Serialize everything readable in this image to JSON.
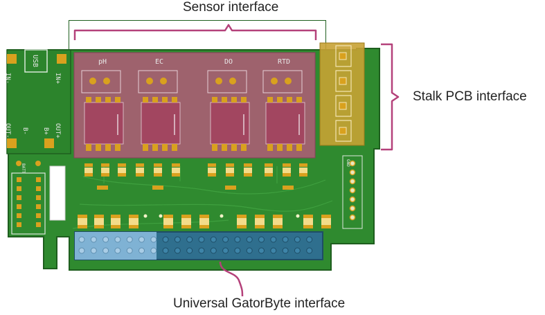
{
  "callouts": {
    "sensor": "Sensor interface",
    "stalk": "Stalk PCB interface",
    "gatorbyte": "Universal GatorByte interface"
  },
  "board": {
    "usb": "USB",
    "in_minus": "IN-",
    "in_plus": "IN+",
    "out_minus": "OUT-",
    "out_plus": "OUT+",
    "b_minus": "B-",
    "b_plus": "B+",
    "batt": "BATT",
    "sensors": [
      "pH",
      "EC",
      "DO",
      "RTD"
    ],
    "right_header": "GND"
  },
  "colors": {
    "pcb": "#2e8b2e",
    "pcb_dark": "#1f6b1f",
    "sensor_highlight": "#b25a78",
    "stalk_highlight": "#c8a234",
    "gatorbyte_highlight": "#7fb2d4",
    "bracket": "#b4417a",
    "pad": "#d9a11e"
  }
}
